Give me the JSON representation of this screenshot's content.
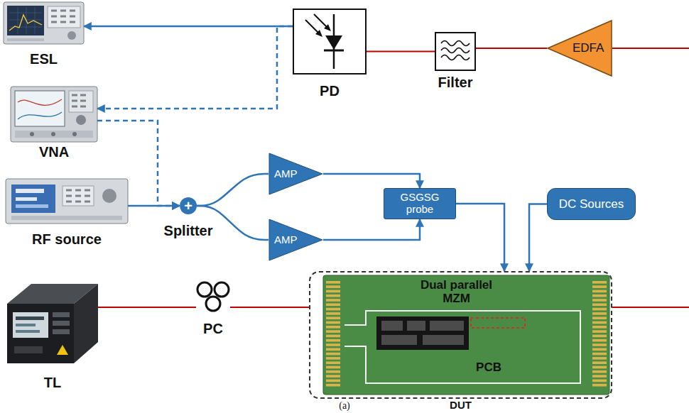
{
  "diagram": {
    "caption": "(a)",
    "nodes": [
      {
        "text": [
          "ESL"
        ]
      },
      {
        "text": [
          "PD"
        ]
      },
      {
        "text": [
          "Filter"
        ]
      },
      {
        "text": [
          "EDFA"
        ]
      },
      {
        "text": [
          "VNA"
        ]
      },
      {
        "text": [
          "RF source"
        ]
      },
      {
        "text": [
          "+",
          "Splitter"
        ]
      },
      {
        "text": [
          "AMP"
        ]
      },
      {
        "text": [
          "GSGSG probe"
        ]
      },
      {
        "text": [
          "DC Sources"
        ]
      },
      {
        "text": [
          "AMP"
        ]
      },
      {
        "text": [
          "TL"
        ]
      },
      {
        "text": [
          "PC"
        ]
      },
      {
        "text": [
          "DUT"
        ]
      },
      {
        "text": [
          "Dual parallel MZM",
          "PCB"
        ],
        "in": 13
      }
    ],
    "edges": [
      {
        "from": 1,
        "to": 0,
        "arrow": "to"
      },
      {
        "from": 1,
        "to": 4,
        "arrow": "to"
      },
      {
        "from": 3,
        "to": 2,
        "arrow": "none"
      },
      {
        "from": 2,
        "to": 1,
        "arrow": "none"
      },
      {
        "from": 4,
        "to": 6,
        "arrow": "to"
      },
      {
        "from": 5,
        "to": 6,
        "arrow": "to"
      },
      {
        "from": 6,
        "to": 7,
        "arrow": "none"
      },
      {
        "from": 6,
        "to": 10,
        "arrow": "none"
      },
      {
        "from": 7,
        "to": 8,
        "arrow": "to"
      },
      {
        "from": 10,
        "to": 8,
        "arrow": "to"
      },
      {
        "from": 8,
        "to": 13,
        "arrow": "to"
      },
      {
        "from": 9,
        "to": 13,
        "arrow": "to"
      },
      {
        "from": 11,
        "to": 12,
        "arrow": "none"
      },
      {
        "from": 12,
        "to": 13,
        "arrow": "none"
      }
    ]
  }
}
